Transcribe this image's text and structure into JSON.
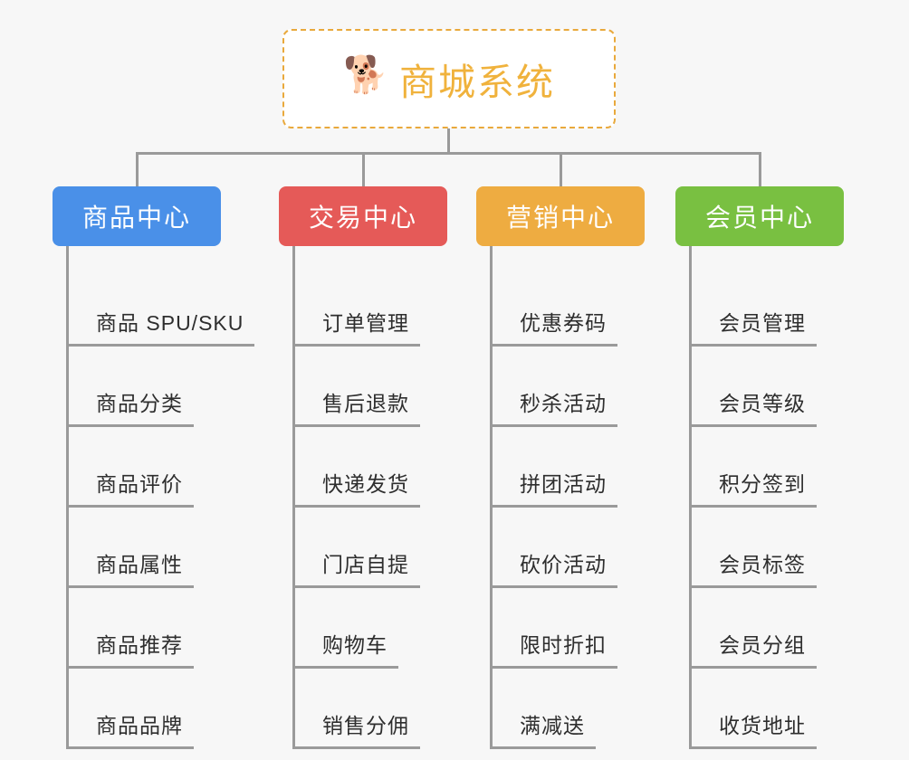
{
  "page": {
    "background_color": "#f7f7f7",
    "line_color": "#9a9a9a"
  },
  "root": {
    "icon": "shiba-dog-face-icon",
    "emoji": "🐕",
    "title": "商城系统",
    "text_color": "#f0b23c",
    "border_color": "#e9a93c",
    "fill_color": "#ffffff"
  },
  "columns": [
    {
      "id": "product-center",
      "label": "商品中心",
      "color": "#4a90e8",
      "items": [
        "商品 SPU/SKU",
        "商品分类",
        "商品评价",
        "商品属性",
        "商品推荐",
        "商品品牌"
      ]
    },
    {
      "id": "trade-center",
      "label": "交易中心",
      "color": "#e55a58",
      "items": [
        "订单管理",
        "售后退款",
        "快递发货",
        "门店自提",
        "购物车",
        "销售分佣"
      ]
    },
    {
      "id": "marketing-center",
      "label": "营销中心",
      "color": "#eeac41",
      "items": [
        "优惠券码",
        "秒杀活动",
        "拼团活动",
        "砍价活动",
        "限时折扣",
        "满减送"
      ]
    },
    {
      "id": "member-center",
      "label": "会员中心",
      "color": "#79c041",
      "items": [
        "会员管理",
        "会员等级",
        "积分签到",
        "会员标签",
        "会员分组",
        "收货地址"
      ]
    }
  ]
}
